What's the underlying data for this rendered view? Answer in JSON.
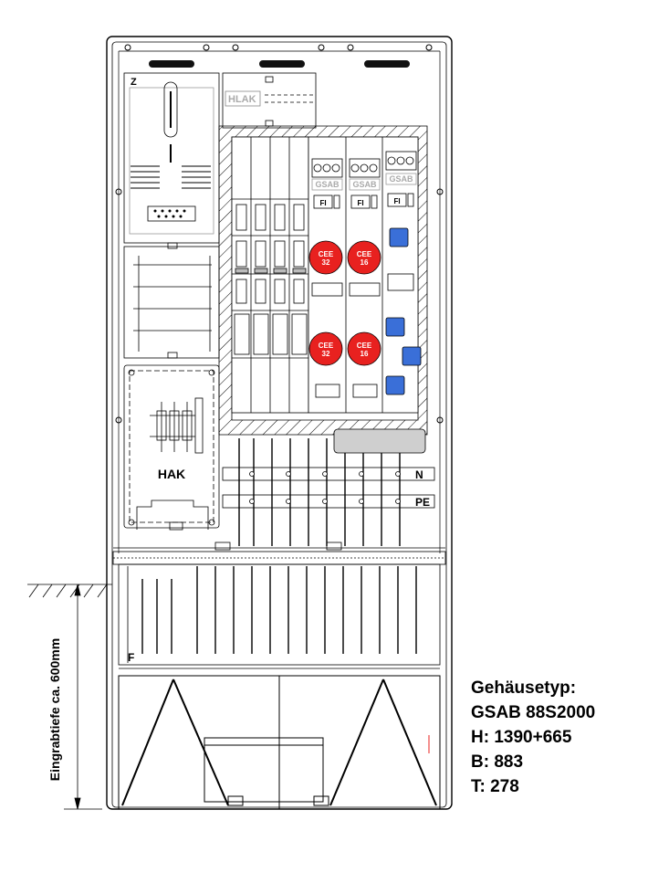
{
  "labels": {
    "z": "Z",
    "hlak": "HLAK",
    "hak": "HAK",
    "n": "N",
    "pe": "PE",
    "f": "F",
    "gsab": "GSAB",
    "fi": "FI",
    "cee": "CEE",
    "cee_32": "32",
    "cee_16": "16"
  },
  "depth": {
    "label": "Eingrabtiefe ca. 600mm"
  },
  "specs": {
    "housing_type_label": "Gehäusetyp:",
    "housing_type": "GSAB 88S2000",
    "h": "H: 1390+665",
    "b": "B: 883",
    "t": "T: 278"
  },
  "colors": {
    "cee_red": "#e8211f",
    "socket_blue": "#3a6fd8",
    "gray_block": "#cfcfcf",
    "line": "#000000"
  }
}
